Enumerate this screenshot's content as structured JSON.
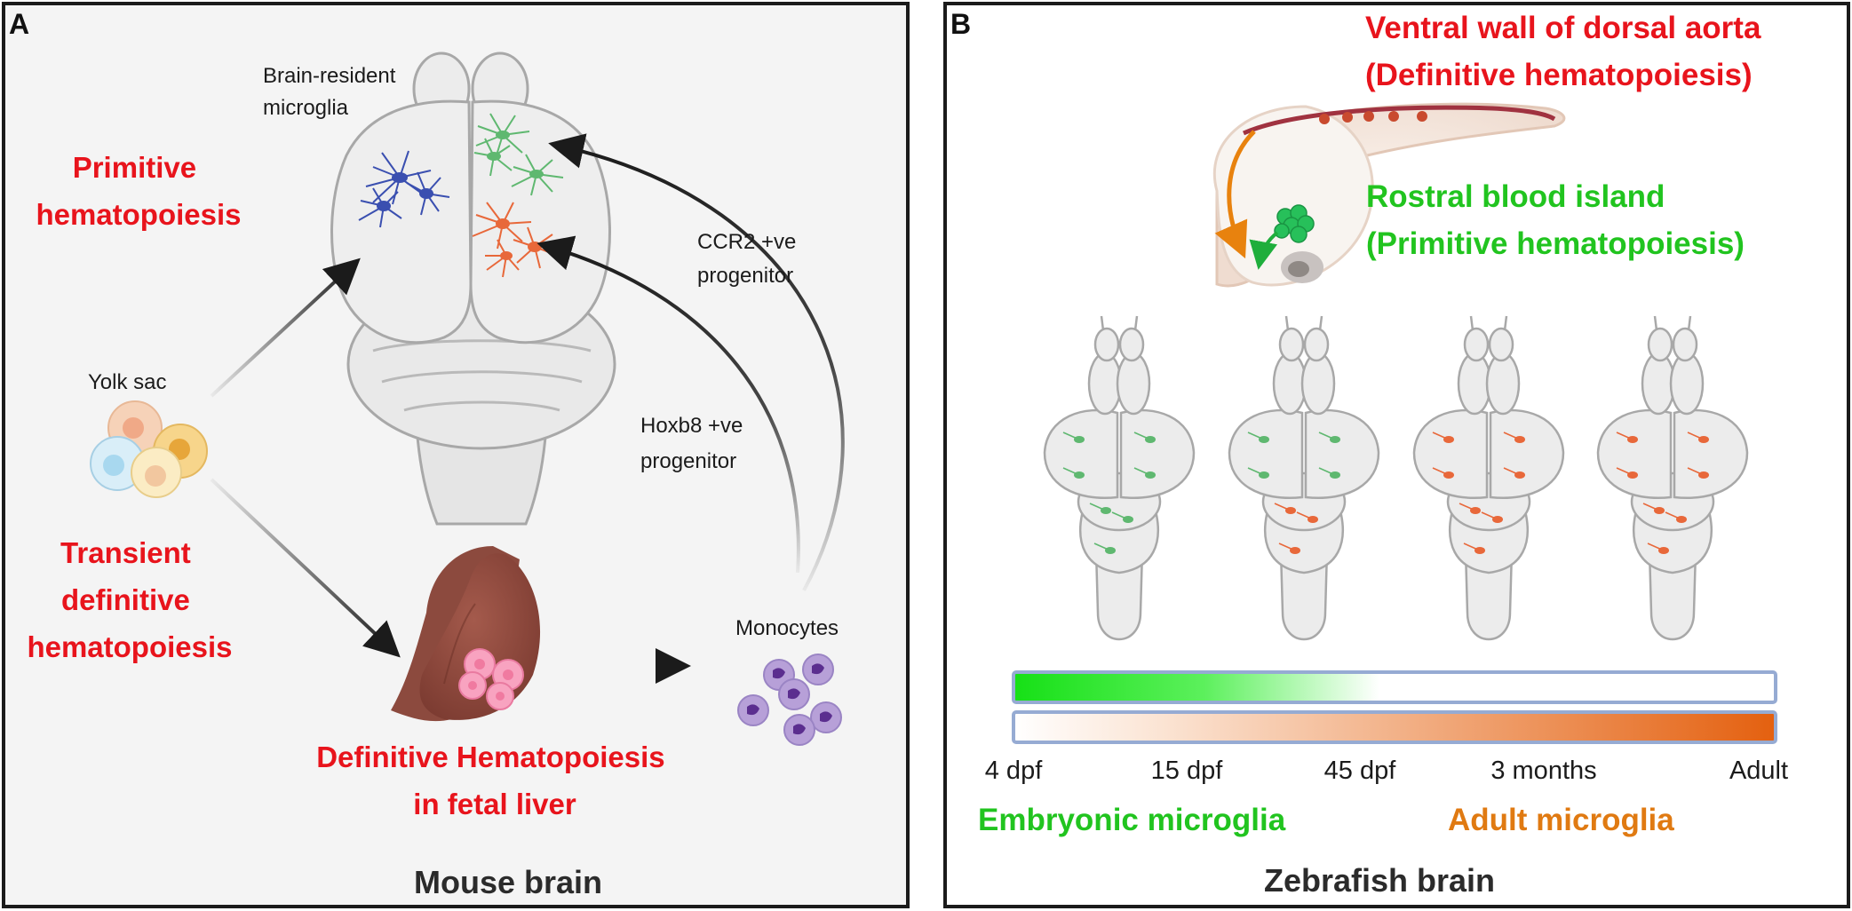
{
  "panelA": {
    "letter": "A",
    "title": "Mouse brain",
    "brain_label": [
      "Brain-resident",
      "microglia"
    ],
    "primitive": [
      "Primitive",
      "hematopoiesis"
    ],
    "transient": [
      "Transient",
      "definitive",
      "hematopoiesis"
    ],
    "yolk_sac": "Yolk sac",
    "ccr2": [
      "CCR2 +ve",
      "progenitor"
    ],
    "hoxb8": [
      "Hoxb8 +ve",
      "progenitor"
    ],
    "monocytes": "Monocytes",
    "liver_label": [
      "Definitive Hematopoiesis",
      "in fetal liver"
    ]
  },
  "panelB": {
    "letter": "B",
    "title": "Zebrafish brain",
    "aorta": [
      "Ventral wall of dorsal aorta",
      "(Definitive hematopoiesis)"
    ],
    "blood_island": [
      "Rostral blood island",
      "(Primitive hematopoiesis)"
    ],
    "timeline": [
      "4 dpf",
      "15 dpf",
      "45 dpf",
      "3 months",
      "Adult"
    ],
    "legend_embryonic": "Embryonic microglia",
    "legend_adult": "Adult microglia"
  },
  "colors": {
    "red_label": "#e8141c",
    "embryonic_green": "#21c41f",
    "adult_orange": "#e07a12",
    "microglia_blue": "#3a4fb0",
    "microglia_green": "#5fb870",
    "microglia_orange": "#e8683a",
    "liver_brown": "#8c4a3e"
  },
  "microglia_composition": [
    {
      "stage": "4 dpf",
      "embryonic": 1.0,
      "adult": 0.0
    },
    {
      "stage": "15 dpf",
      "embryonic": 0.6,
      "adult": 0.4
    },
    {
      "stage": "45 dpf",
      "embryonic": 0.0,
      "adult": 1.0
    },
    {
      "stage": "3 months",
      "embryonic": 0.0,
      "adult": 1.0
    },
    {
      "stage": "Adult",
      "embryonic": 0.0,
      "adult": 1.0
    }
  ]
}
